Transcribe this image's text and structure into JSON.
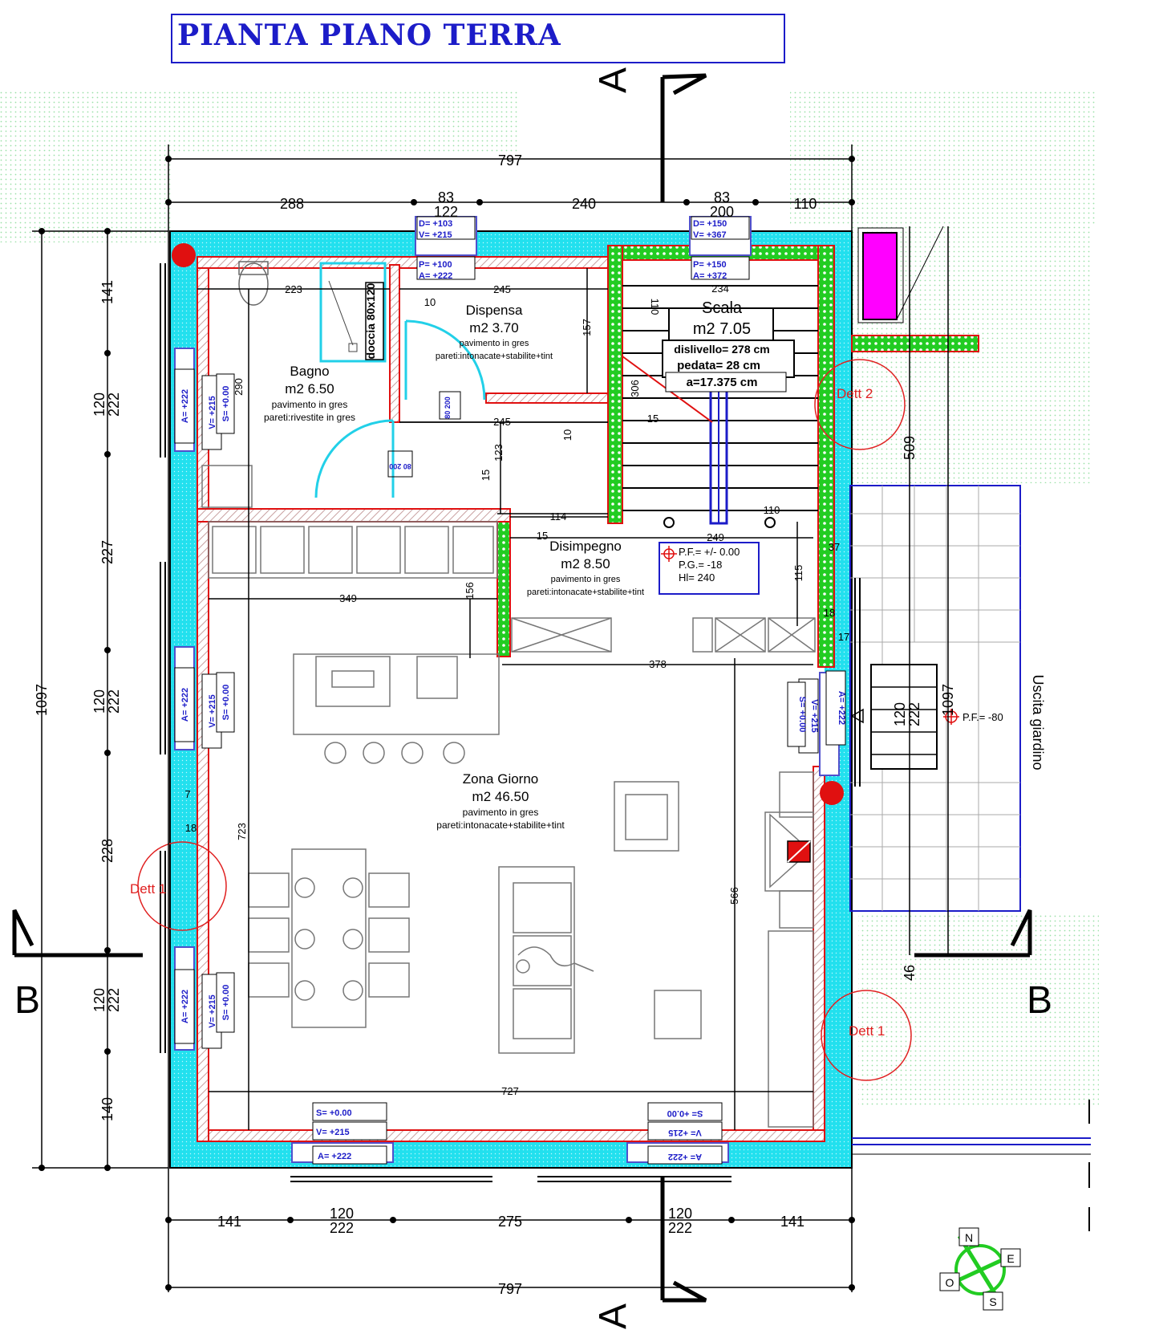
{
  "title": "PIANTA PIANO TERRA",
  "section_marks": {
    "a": "A",
    "b": "B"
  },
  "dims": {
    "top_total": "797",
    "top_288": "288",
    "top_240": "240",
    "top_110": "110",
    "top_83a": "83",
    "top_122": "122",
    "top_83b": "83",
    "top_200": "200",
    "bottom_total": "797",
    "bottom_141a": "141",
    "bottom_120a": "120",
    "bottom_222a": "222",
    "bottom_275": "275",
    "bottom_120b": "120",
    "bottom_222b": "222",
    "bottom_141b": "141",
    "left_total": "1097",
    "left_141": "141",
    "left_120a": "120",
    "left_222a": "222",
    "left_227": "227",
    "left_120b": "120",
    "left_222b": "222",
    "left_228": "228",
    "left_120c": "120",
    "left_222c": "222",
    "left_140": "140",
    "right_509": "509",
    "right_1097": "1097",
    "right_120": "120",
    "right_222": "222",
    "right_46": "46",
    "i_223": "223",
    "i_245a": "245",
    "i_245b": "245",
    "i_10a": "10",
    "i_10b": "10",
    "i_157": "157",
    "i_234": "234",
    "i_110": "110",
    "i_306": "306",
    "i_15a": "15",
    "i_15b": "15",
    "i_15c": "15",
    "i_123": "123",
    "i_290": "290",
    "i_114": "114",
    "i_249": "249",
    "i_37": "37",
    "i_115": "115",
    "i_18a": "18",
    "i_17": "17",
    "i_349": "349",
    "i_156": "156",
    "i_378": "378",
    "i_723": "723",
    "i_566": "566",
    "i_727": "727",
    "i_110b": "110",
    "i_7": "7",
    "i_18b": "18"
  },
  "rooms": [
    {
      "name": "Bagno",
      "area": "m2 6.50",
      "floor": "pavimento in gres",
      "walls": "pareti:rivestite in gres"
    },
    {
      "name": "Dispensa",
      "area": "m2 3.70",
      "floor": "pavimento in gres",
      "walls": "pareti:intonacate+stabilite+tint"
    },
    {
      "name": "Scala",
      "area": "m2 7.05",
      "rise": "dislivello= 278 cm",
      "tread": "pedata= 28 cm",
      "step": "a=17.375 cm"
    },
    {
      "name": "Disimpegno",
      "area": "m2 8.50",
      "floor": "pavimento in gres",
      "walls": "pareti:intonacate+stabilite+tint"
    },
    {
      "name": "Zona Giorno",
      "area": "m2 46.50",
      "floor": "pavimento in gres",
      "walls": "pareti:intonacate+stabilite+tint"
    }
  ],
  "shower_label": "doccia 80x120",
  "level_box": {
    "pf": "P.F.= +/- 0.00",
    "pg": "P.G.= -18",
    "hl": "Hl= 240"
  },
  "exit_level": "P.F.= -80",
  "exit_label": "Uscita giardino",
  "details": {
    "dett2": "Dett 2",
    "dett1a": "Dett 1",
    "dett1b": "Dett 1"
  },
  "window_tags": {
    "top1": {
      "d": "D= +103",
      "v": "V= +215",
      "p": "P= +100",
      "a": "A= +222"
    },
    "top2": {
      "d": "D= +150",
      "v": "V= +367",
      "p": "P= +150",
      "a": "A= +372"
    },
    "side": {
      "a": "A= +222",
      "v": "V= +215",
      "s": "S= +0.00"
    },
    "bottom": {
      "s": "S= +0.00",
      "v": "V= +215",
      "a": "A= +222"
    },
    "door_small": "80 200",
    "door_bagno": "80 200"
  },
  "compass": {
    "n": "N",
    "e": "E",
    "s": "S",
    "o": "O"
  },
  "colors": {
    "wall_cyan": "#22e0ee",
    "wall_red": "#e01010",
    "stair_green": "#22cc22",
    "blue": "#1c1cc8",
    "magenta": "#ff00ff",
    "detail_red": "#e02020"
  }
}
